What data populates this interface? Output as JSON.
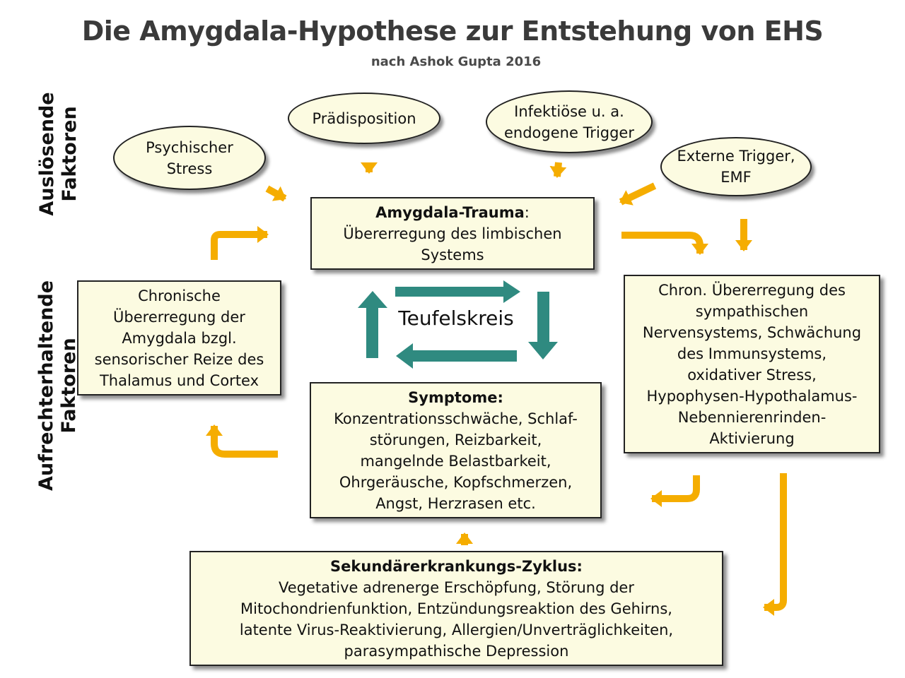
{
  "title": "Die Amygdala-Hypothese zur Entstehung von EHS",
  "subtitle": "nach Ashok Gupta 2016",
  "side_labels": {
    "top": [
      "Auslösende",
      "Faktoren"
    ],
    "bottom": [
      "Aufrechterhaltende",
      "Faktoren"
    ]
  },
  "triggers": {
    "psych": [
      "Psychischer",
      "Stress"
    ],
    "predisposition": [
      "Prädisposition"
    ],
    "infect": [
      "Infektiöse u. a.",
      "endogene Trigger"
    ],
    "extern": [
      "Externe Trigger,",
      "EMF"
    ]
  },
  "amygdala": {
    "heading": "Amygdala-Trauma",
    "heading_suffix": ":",
    "lines": [
      "Übererregung des limbischen",
      "Systems"
    ]
  },
  "chronic_left": {
    "lines": [
      "Chronische",
      "Übererregung der",
      "Amygdala bzgl.",
      "sensorischer Reize des",
      "Thalamus und Cortex"
    ]
  },
  "chronic_right": {
    "lines": [
      "Chron. Übererregung des",
      "sympathischen",
      "Nervensystems, Schwächung",
      "des Immunsystems,",
      "oxidativer Stress,",
      "Hypophysen-Hypothalamus-",
      "Nebennierenrinden-",
      "Aktivierung"
    ]
  },
  "vicious_circle": "Teufelskreis",
  "symptoms": {
    "heading": "Symptome:",
    "lines": [
      "Konzentrationsschwäche, Schlaf-",
      "störungen, Reizbarkeit,",
      "mangelnde Belastbarkeit,",
      "Ohrgeräusche, Kopfschmerzen,",
      "Angst, Herzrasen etc."
    ]
  },
  "secondary": {
    "heading": "Sekundärerkrankungs-Zyklus:",
    "lines": [
      "Vegetative adrenerge Erschöpfung, Störung der",
      "Mitochondrienfunktion, Entzündungsreaktion des Gehirns,",
      "latente Virus-Reaktivierung,  Allergien/Unverträglichkeiten,",
      "parasympathische Depression"
    ]
  },
  "colors": {
    "arrow_orange": "#f5ad00",
    "arrow_teal": "#2f8a80",
    "box_fill": "#fcfbe1",
    "title_gray": "#3a3a3a"
  }
}
